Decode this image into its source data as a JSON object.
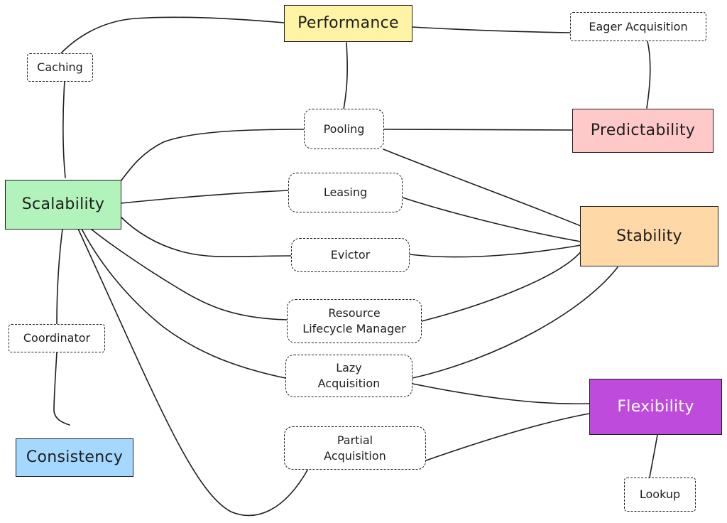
{
  "colors": {
    "performance": "#fff3a6",
    "predictability": "#ffc9c9",
    "scalability": "#b2f2bb",
    "stability": "#ffd8a8",
    "flexibility": "#be4bdb",
    "consistency": "#a5d8ff",
    "stroke": "#1e1e1e"
  },
  "nodes": {
    "performance": "Performance",
    "predictability": "Predictability",
    "scalability": "Scalability",
    "stability": "Stability",
    "flexibility": "Flexibility",
    "consistency": "Consistency",
    "eager_acquisition": "Eager Acquisition",
    "caching": "Caching",
    "pooling": "Pooling",
    "leasing": "Leasing",
    "evictor": "Evictor",
    "resource_lifecycle_manager": "Resource\nLifecycle Manager",
    "lazy_acquisition": "Lazy\nAcquisition",
    "partial_acquisition": "Partial\nAcquisition",
    "coordinator": "Coordinator",
    "lookup": "Lookup"
  }
}
